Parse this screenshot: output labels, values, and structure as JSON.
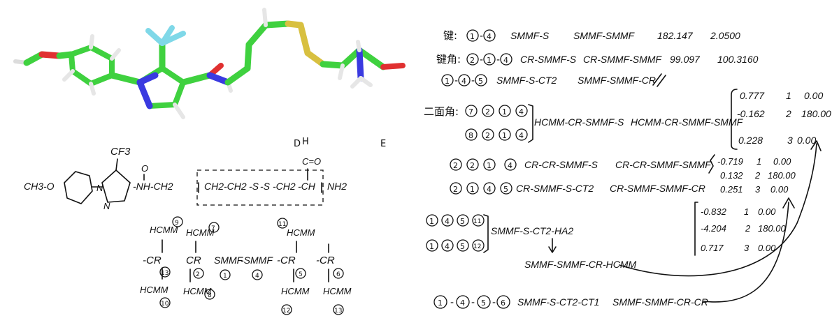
{
  "model": {
    "colors": {
      "carbon": "#3fd13f",
      "nitrogen": "#3a3ae0",
      "oxygen": "#e03030",
      "sulfur": "#d8c040",
      "fluorine": "#7fd8e8",
      "hydrogen": "#e6e6e6"
    }
  },
  "left": {
    "corner_labels": [
      "D",
      "E"
    ],
    "cf3": "CF3",
    "ch3o": "CH3-O",
    "co": "C=O",
    "carbonyl_o": "O",
    "nh_ch2": "-NH-CH2",
    "chain": [
      "CH2",
      "-CH2",
      "-S",
      "-S",
      "-CH2",
      "-CH"
    ],
    "nh2": "NH2",
    "top_h": "H",
    "pyrazole_n": [
      "N",
      "N"
    ],
    "types": {
      "row_top": [
        {
          "label": "HCMM",
          "num": "9"
        },
        {
          "label": "HCMM",
          "num": "7"
        },
        {
          "label": "HCMM",
          "num": "11"
        }
      ],
      "row_mid": [
        {
          "label": "-CR",
          "num": "13"
        },
        {
          "label": "CR",
          "num": "2"
        },
        {
          "label": "SMMF",
          "num": "1"
        },
        {
          "label": "-SMMF",
          "num": "4"
        },
        {
          "label": "-CR",
          "num": "5"
        },
        {
          "label": "-CR",
          "num": "6"
        }
      ],
      "row_bot": [
        {
          "label": "HCMM",
          "num": "10"
        },
        {
          "label": "HCMM",
          "num": "8"
        },
        {
          "label": "HCMM",
          "num": "12"
        },
        {
          "label": "HCMM",
          "num": "13"
        }
      ]
    }
  },
  "right": {
    "bond": {
      "label": "键:",
      "atoms": [
        "1",
        "4"
      ],
      "types": "SMMF-S",
      "types2": "SMMF-SMMF",
      "v1": "182.147",
      "v2": "2.0500"
    },
    "angle": {
      "label": "键角:",
      "row1": {
        "atoms": [
          "2",
          "1",
          "4"
        ],
        "t1": "CR-SMMF-S",
        "t2": "CR-SMMF-SMMF",
        "v1": "99.097",
        "v2": "100.3160"
      },
      "row2": {
        "atoms": [
          "1",
          "4",
          "5"
        ],
        "t1": "SMMF-S-CT2",
        "t2": "SMMF-SMMF-CR"
      }
    },
    "dihedral": {
      "label": "二面角:",
      "g1": {
        "rows": [
          {
            "atoms": [
              "7",
              "2",
              "1",
              "4"
            ]
          },
          {
            "atoms": [
              "8",
              "2",
              "1",
              "4"
            ]
          }
        ],
        "t1": "HCMM-CR-SMMF-S",
        "t2": "HCMM-CR-SMMF-SMMF",
        "vals": [
          [
            "0.777",
            "1",
            "0.00"
          ],
          [
            "-0.162",
            "2",
            "180.00"
          ],
          [
            "0.228",
            "3",
            "0.00"
          ]
        ]
      },
      "g2": {
        "atoms": [
          "2",
          "2",
          "1",
          "4"
        ],
        "t1": "CR-CR-SMMF-S",
        "t2": "CR-CR-SMMF-SMMF",
        "vals": [
          [
            "-0.719",
            "1",
            "0.00"
          ],
          [
            "0.132",
            "2",
            "180.00"
          ],
          [
            "0.251",
            "3",
            "0.00"
          ]
        ]
      },
      "g3": {
        "atoms": [
          "2",
          "1",
          "4",
          "5"
        ],
        "t1": "CR-SMMF-S-CT2",
        "t2": "CR-SMMF-SMMF-CR",
        "vals": [
          [
            "-0.832",
            "1",
            "0.00"
          ],
          [
            "-4.204",
            "2",
            "180.00"
          ],
          [
            "0.717",
            "3",
            "0.00"
          ]
        ]
      },
      "g4": {
        "rows": [
          {
            "atoms": [
              "1",
              "4",
              "5",
              "11"
            ]
          },
          {
            "atoms": [
              "1",
              "4",
              "5",
              "12"
            ]
          }
        ],
        "t1": "SMMF-S-CT2-HA2",
        "t2": "SMMF-SMMF-CR-HCMM"
      },
      "g5": {
        "atoms": [
          "1",
          "4",
          "5",
          "6"
        ],
        "t1": "SMMF-S-CT2-CT1",
        "t2": "SMMF-SMMF-CR-CR"
      }
    }
  }
}
